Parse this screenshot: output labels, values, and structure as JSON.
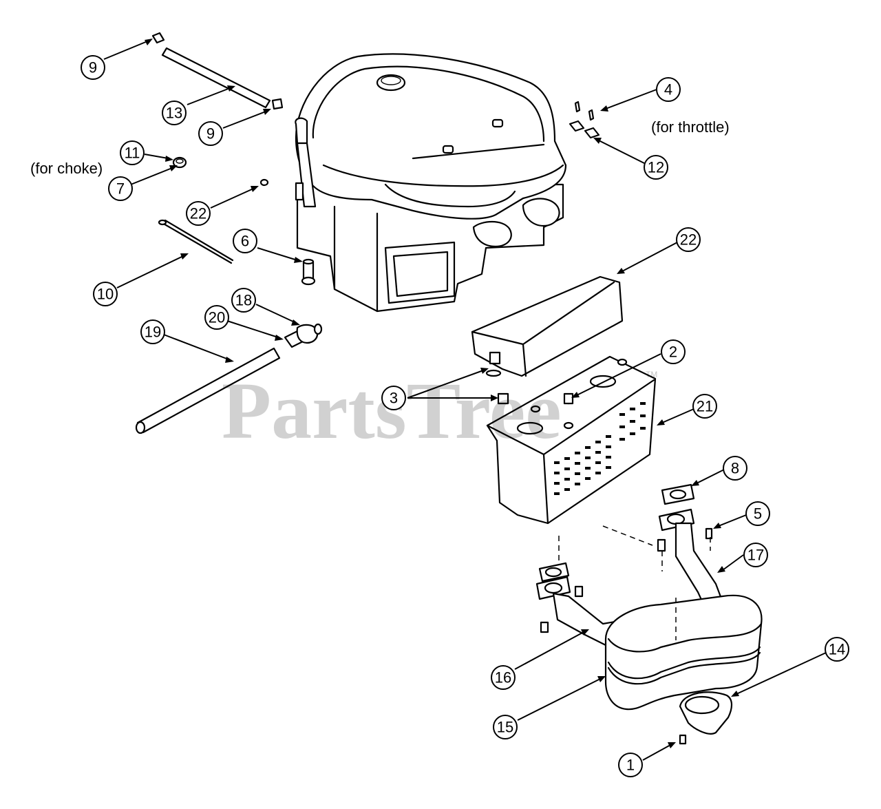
{
  "watermark": {
    "text": "PartsTree",
    "trademark": "TM"
  },
  "notes": {
    "choke": "(for choke)",
    "throttle": "(for throttle)"
  },
  "callouts": [
    {
      "id": "c9a",
      "label": "9"
    },
    {
      "id": "c13",
      "label": "13"
    },
    {
      "id": "c9b",
      "label": "9"
    },
    {
      "id": "c11",
      "label": "11"
    },
    {
      "id": "c7",
      "label": "7"
    },
    {
      "id": "c22a",
      "label": "22"
    },
    {
      "id": "c6",
      "label": "6"
    },
    {
      "id": "c10",
      "label": "10"
    },
    {
      "id": "c18",
      "label": "18"
    },
    {
      "id": "c20",
      "label": "20"
    },
    {
      "id": "c19",
      "label": "19"
    },
    {
      "id": "c4",
      "label": "4"
    },
    {
      "id": "c12",
      "label": "12"
    },
    {
      "id": "c22b",
      "label": "22"
    },
    {
      "id": "c2",
      "label": "2"
    },
    {
      "id": "c3",
      "label": "3"
    },
    {
      "id": "c21",
      "label": "21"
    },
    {
      "id": "c8",
      "label": "8"
    },
    {
      "id": "c5",
      "label": "5"
    },
    {
      "id": "c17",
      "label": "17"
    },
    {
      "id": "c14",
      "label": "14"
    },
    {
      "id": "c16",
      "label": "16"
    },
    {
      "id": "c15",
      "label": "15"
    },
    {
      "id": "c1",
      "label": "1"
    }
  ]
}
